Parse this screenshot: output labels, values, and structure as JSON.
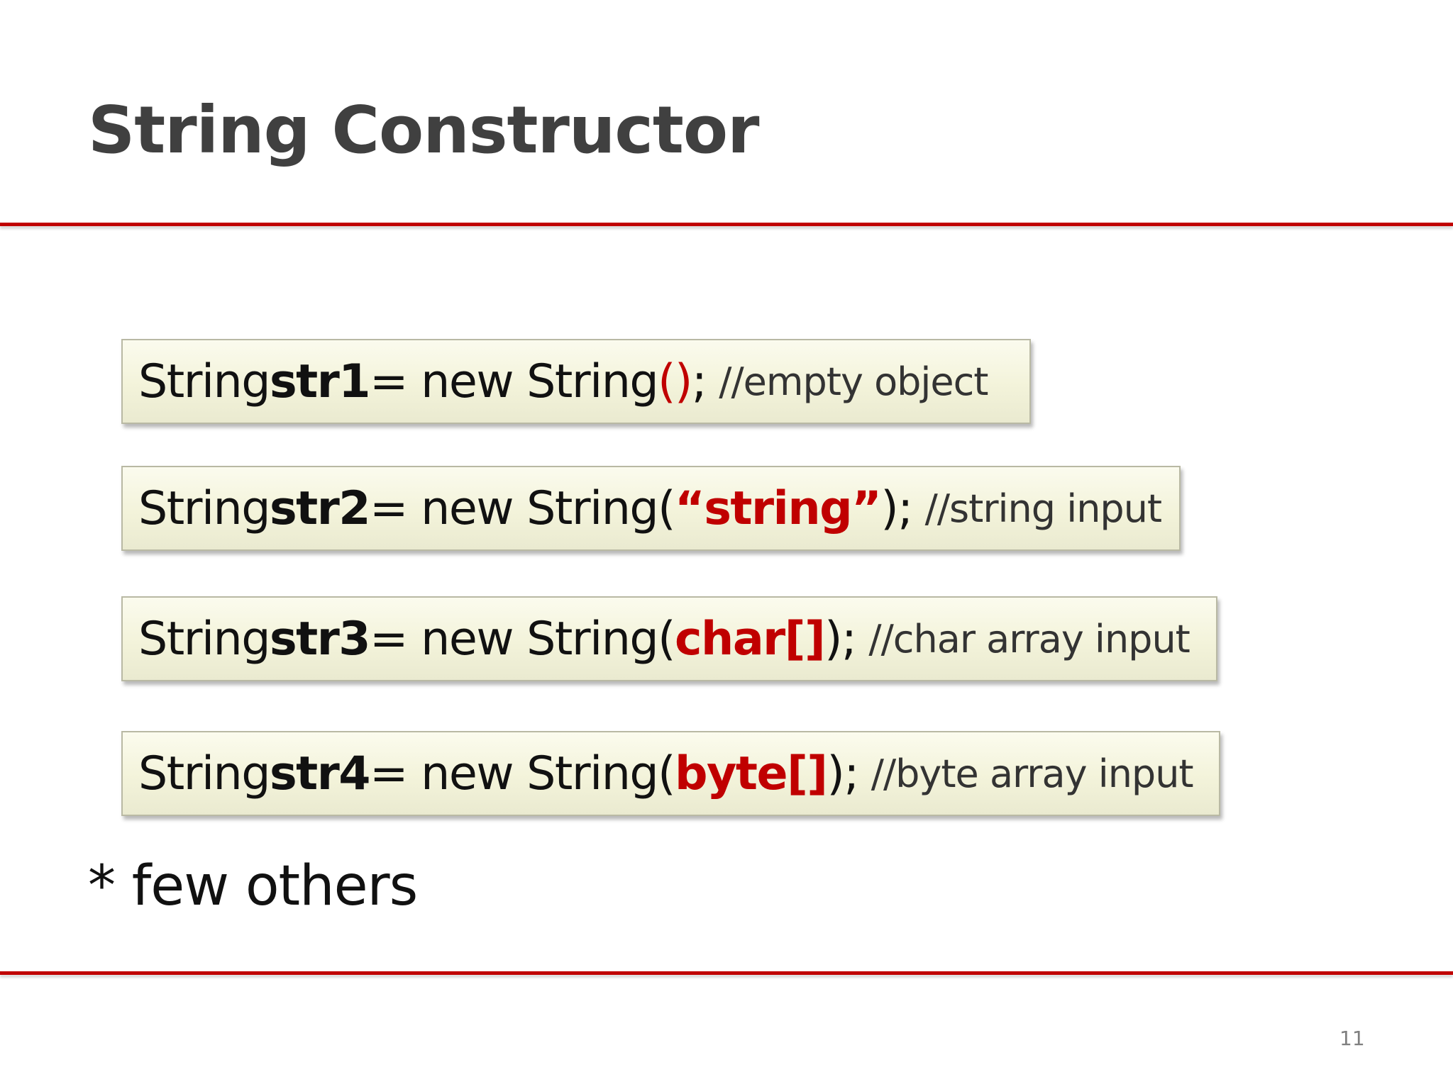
{
  "slide": {
    "title": "String Constructor",
    "lines": [
      {
        "type": "String ",
        "var": "str1",
        "assign": "= new String",
        "arg_red": "()",
        "arg_red_bold": "",
        "close": "",
        "semi": " ;",
        "comment": "//empty object"
      },
      {
        "type": "String ",
        "var": "str2",
        "assign": "= new String(",
        "arg_red": "",
        "arg_red_bold": "“string”",
        "close": ")",
        "semi": " ;",
        "comment": "//string input"
      },
      {
        "type": "String ",
        "var": "str3",
        "assign": "= new String(",
        "arg_red": "",
        "arg_red_bold": "char[]",
        "close": ")",
        "semi": " ;",
        "comment": "//char array input"
      },
      {
        "type": "String ",
        "var": "str4",
        "assign": "= new String(",
        "arg_red": "",
        "arg_red_bold": "byte[]",
        "close": ")",
        "semi": " ;",
        "comment": "//byte array input"
      }
    ],
    "note": "* few others",
    "page_number": "11"
  },
  "colors": {
    "accent": "#c00000",
    "title": "#404040",
    "box_fill": "#f3f3da",
    "box_border": "#b9b9a4"
  }
}
